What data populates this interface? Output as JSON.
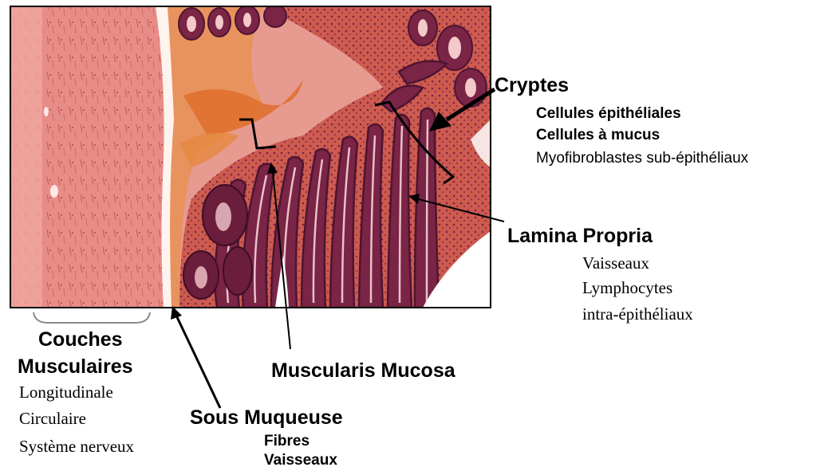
{
  "labels": {
    "cryptes": {
      "title": "Cryptes",
      "items": [
        "Cellules épithéliales",
        "Cellules à mucus",
        "Myofibroblastes sub-épithéliaux"
      ]
    },
    "lamina_propria": {
      "title": "Lamina Propria",
      "items": [
        "Vaisseaux",
        "Lymphocytes",
        "intra-épithéliaux"
      ]
    },
    "muscularis_mucosa": {
      "title": "Muscularis Mucosa"
    },
    "couches_musculaires": {
      "title_line1": "Couches",
      "title_line2": "Musculaires",
      "items": [
        "Longitudinale",
        "Circulaire",
        "Système nerveux"
      ]
    },
    "sous_muqueuse": {
      "title": "Sous Muqueuse",
      "items": [
        "Fibres",
        "Vaisseaux"
      ]
    }
  },
  "colors": {
    "muscle": "#e88c88",
    "muscle_light": "#f0a6a0",
    "submucosa": "#e89a84",
    "fibers": "#e07030",
    "crypt": "#7a2446",
    "crypt_dark": "#4e1430",
    "lamina": "#cd5b4e",
    "lumen": "#ffffff"
  }
}
